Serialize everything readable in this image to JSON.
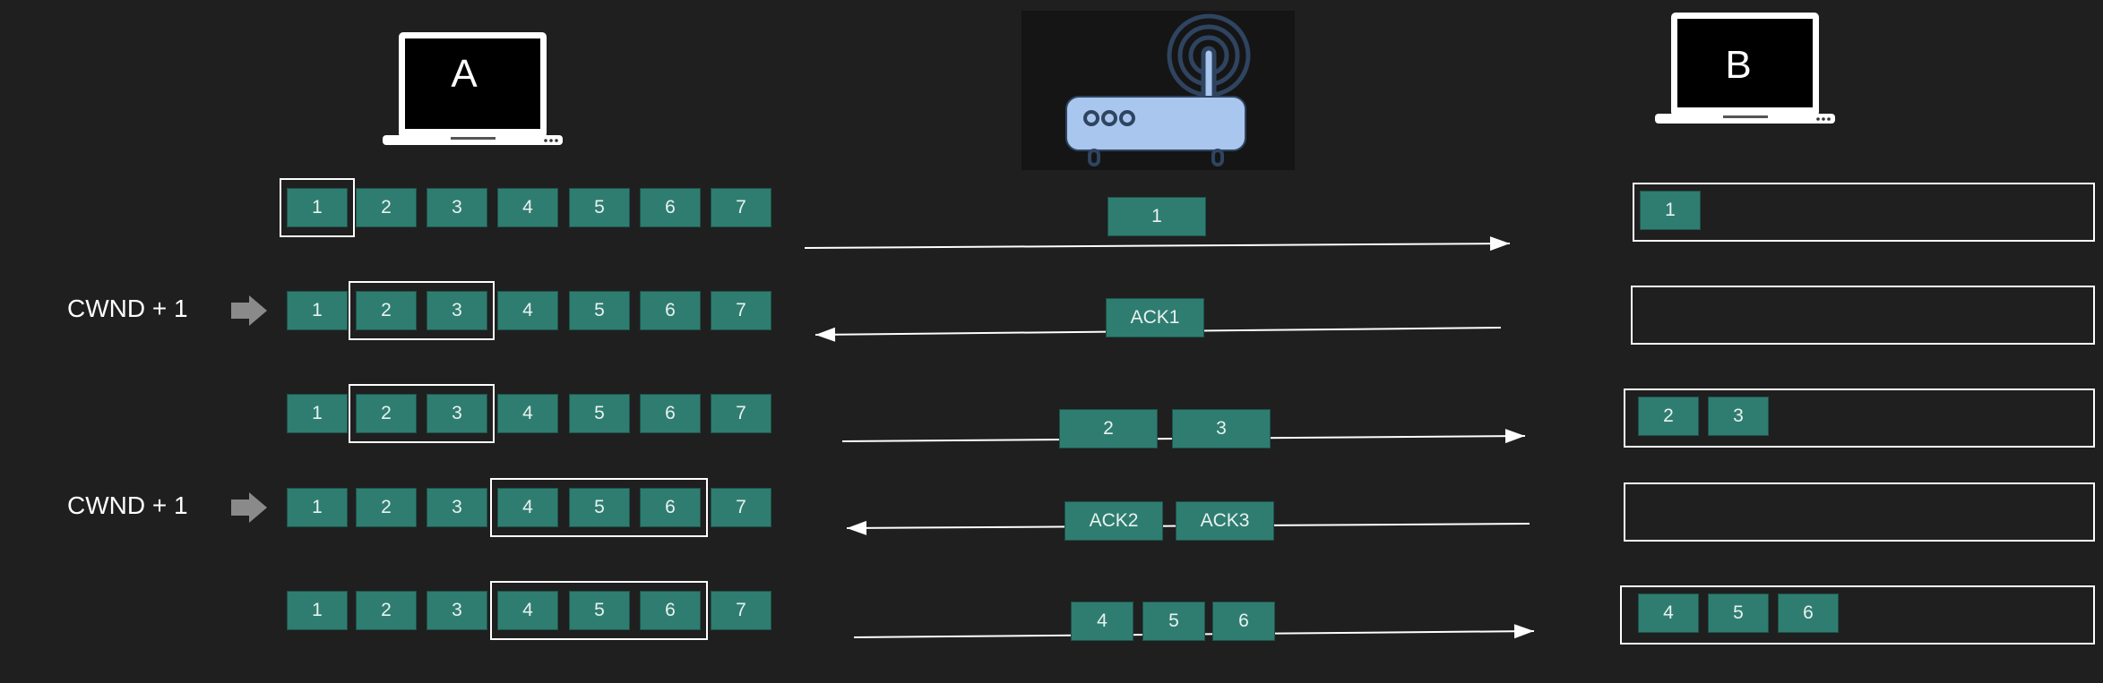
{
  "hosts": {
    "sender": {
      "label": "A",
      "icon": "laptop-icon"
    },
    "router": {
      "icon": "router-icon"
    },
    "receiver": {
      "label": "B",
      "icon": "laptop-icon"
    }
  },
  "cwnd_label": "CWND + 1",
  "colors": {
    "packet": "#2f7d70",
    "background": "#1f1f1f",
    "line": "#ffffff",
    "router": "#a9c6ee"
  },
  "rows": [
    {
      "sender_packets": [
        "1",
        "2",
        "3",
        "4",
        "5",
        "6",
        "7"
      ],
      "window": [
        1,
        1
      ],
      "cwnd_increment": false,
      "in_flight": [
        "1"
      ],
      "direction": "to-receiver",
      "receiver_buffer": [
        "1"
      ]
    },
    {
      "sender_packets": [
        "1",
        "2",
        "3",
        "4",
        "5",
        "6",
        "7"
      ],
      "window": [
        2,
        3
      ],
      "cwnd_increment": true,
      "in_flight": [
        "ACK1"
      ],
      "direction": "to-sender",
      "receiver_buffer": []
    },
    {
      "sender_packets": [
        "1",
        "2",
        "3",
        "4",
        "5",
        "6",
        "7"
      ],
      "window": [
        2,
        3
      ],
      "cwnd_increment": false,
      "in_flight": [
        "2",
        "3"
      ],
      "direction": "to-receiver",
      "receiver_buffer": [
        "2",
        "3"
      ]
    },
    {
      "sender_packets": [
        "1",
        "2",
        "3",
        "4",
        "5",
        "6",
        "7"
      ],
      "window": [
        4,
        6
      ],
      "cwnd_increment": true,
      "in_flight": [
        "ACK2",
        "ACK3"
      ],
      "direction": "to-sender",
      "receiver_buffer": []
    },
    {
      "sender_packets": [
        "1",
        "2",
        "3",
        "4",
        "5",
        "6",
        "7"
      ],
      "window": [
        4,
        6
      ],
      "cwnd_increment": false,
      "in_flight": [
        "4",
        "5",
        "6"
      ],
      "direction": "to-receiver",
      "receiver_buffer": [
        "4",
        "5",
        "6"
      ]
    }
  ]
}
